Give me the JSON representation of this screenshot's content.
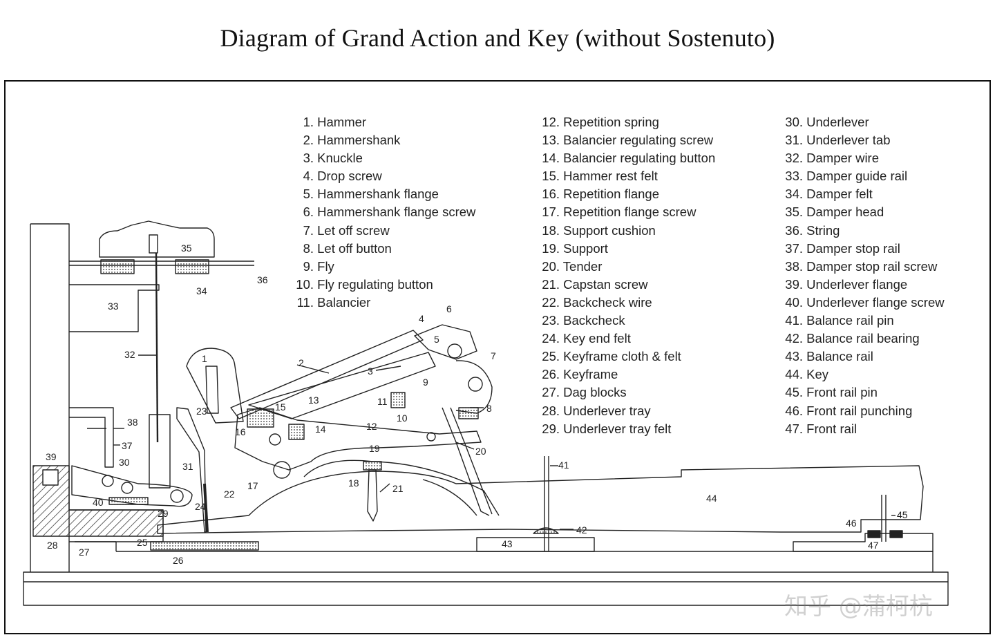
{
  "title": "Diagram of Grand Action and Key (without Sostenuto)",
  "legend": [
    {
      "num": "1.",
      "label": "Hammer"
    },
    {
      "num": "2.",
      "label": "Hammershank"
    },
    {
      "num": "3.",
      "label": "Knuckle"
    },
    {
      "num": "4.",
      "label": "Drop screw"
    },
    {
      "num": "5.",
      "label": "Hammershank flange"
    },
    {
      "num": "6.",
      "label": "Hammershank flange screw"
    },
    {
      "num": "7.",
      "label": "Let off screw"
    },
    {
      "num": "8.",
      "label": "Let off button"
    },
    {
      "num": "9.",
      "label": "Fly"
    },
    {
      "num": "10.",
      "label": "Fly regulating button"
    },
    {
      "num": "11.",
      "label": "Balancier"
    },
    {
      "num": "12.",
      "label": "Repetition spring"
    },
    {
      "num": "13.",
      "label": "Balancier regulating screw"
    },
    {
      "num": "14.",
      "label": "Balancier regulating button"
    },
    {
      "num": "15.",
      "label": "Hammer rest felt"
    },
    {
      "num": "16.",
      "label": "Repetition flange"
    },
    {
      "num": "17.",
      "label": "Repetition flange screw"
    },
    {
      "num": "18.",
      "label": "Support cushion"
    },
    {
      "num": "19.",
      "label": "Support"
    },
    {
      "num": "20.",
      "label": "Tender"
    },
    {
      "num": "21.",
      "label": "Capstan screw"
    },
    {
      "num": "22.",
      "label": "Backcheck wire"
    },
    {
      "num": "23.",
      "label": "Backcheck"
    },
    {
      "num": "24.",
      "label": "Key end felt"
    },
    {
      "num": "25.",
      "label": "Keyframe cloth & felt"
    },
    {
      "num": "26.",
      "label": "Keyframe"
    },
    {
      "num": "27.",
      "label": "Dag blocks"
    },
    {
      "num": "28.",
      "label": "Underlever tray"
    },
    {
      "num": "29.",
      "label": "Underlever tray felt"
    },
    {
      "num": "30.",
      "label": "Underlever"
    },
    {
      "num": "31.",
      "label": "Underlever tab"
    },
    {
      "num": "32.",
      "label": "Damper wire"
    },
    {
      "num": "33.",
      "label": "Damper guide rail"
    },
    {
      "num": "34.",
      "label": "Damper felt"
    },
    {
      "num": "35.",
      "label": "Damper head"
    },
    {
      "num": "36.",
      "label": "String"
    },
    {
      "num": "37.",
      "label": "Damper stop rail"
    },
    {
      "num": "38.",
      "label": "Damper stop rail screw"
    },
    {
      "num": "39.",
      "label": "Underlever flange"
    },
    {
      "num": "40.",
      "label": "Underlever flange screw"
    },
    {
      "num": "41.",
      "label": "Balance rail pin"
    },
    {
      "num": "42.",
      "label": "Balance rail bearing"
    },
    {
      "num": "43.",
      "label": "Balance rail"
    },
    {
      "num": "44.",
      "label": "Key"
    },
    {
      "num": "45.",
      "label": "Front rail pin"
    },
    {
      "num": "46.",
      "label": "Front rail punching"
    },
    {
      "num": "47.",
      "label": "Front rail"
    }
  ],
  "callouts": [
    "1",
    "2",
    "3",
    "4",
    "5",
    "6",
    "7",
    "8",
    "9",
    "10",
    "11",
    "12",
    "13",
    "14",
    "15",
    "16",
    "17",
    "18",
    "19",
    "20",
    "21",
    "22",
    "23",
    "24",
    "25",
    "26",
    "27",
    "28",
    "29",
    "30",
    "31",
    "32",
    "33",
    "34",
    "35",
    "36",
    "37",
    "38",
    "39",
    "40",
    "41",
    "42",
    "43",
    "44",
    "45",
    "46",
    "47"
  ],
  "watermark": "知乎 @蒲柯杭"
}
